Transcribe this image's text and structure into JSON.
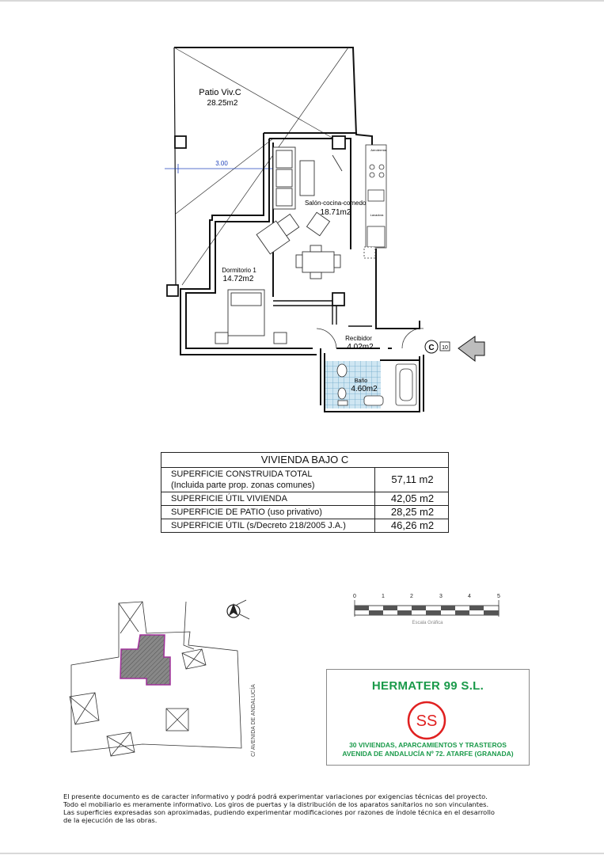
{
  "plan": {
    "patio_label": "Patio  Viv.C",
    "patio_area": "28.25m2",
    "dimension": "3.00",
    "living_label": "Salón-cocina-comedor",
    "living_area": "18.71m2",
    "bedroom_label": "Dormitorio 1",
    "bedroom_area": "14.72m2",
    "hall_label": "Recibidor",
    "hall_area": "4.02m2",
    "bath_label": "Baño",
    "bath_area": "4.60m2",
    "door_letter": "C",
    "door_number": "10",
    "appliance_1": "Aerotermia",
    "appliance_2": "Lavadora"
  },
  "summary": {
    "title": "VIVIENDA BAJO C",
    "rows": [
      {
        "label": "SUPERFICIE CONSTRUIDA TOTAL",
        "sublabel": "(Incluida parte prop. zonas comunes)",
        "value": "57,11 m2"
      },
      {
        "label": "SUPERFICIE ÚTIL VIVIENDA",
        "sublabel": "",
        "value": "42,05 m2"
      },
      {
        "label": "SUPERFICIE  DE PATIO (uso privativo)",
        "sublabel": "",
        "value": "28,25 m2"
      },
      {
        "label": "SUPERFICIE ÚTIL (s/Decreto 218/2005 J.A.)",
        "sublabel": "",
        "value": "46,26 m2"
      }
    ]
  },
  "site": {
    "street_label": "C/ AVENIDA DE ANDALUCÍA",
    "highlight_color": "#a0309a"
  },
  "scale": {
    "ticks": [
      "0",
      "1",
      "2",
      "3",
      "4",
      "5"
    ],
    "caption": "Escala Gráfica"
  },
  "company": {
    "name": "HERMATER 99 S.L.",
    "logo_text": "SS",
    "line1": "30 VIVIENDAS, APARCAMIENTOS Y TRASTEROS",
    "line2": "AVENIDA DE ANDALUCÍA Nº 72. ATARFE (GRANADA)",
    "brand_color": "#1a9a4a",
    "logo_color": "#e02020"
  },
  "disclaimer": [
    "El presente documento es de caracter informativo y podrá podrá experimentar variaciones por exigencias técnicas del proyecto.",
    "Todo el mobiliario es meramente informativo. Los giros de puertas y la distribución de los aparatos sanitarios no son vinculantes.",
    "Las superficies expresadas son aproximadas, pudiendo experimentar modificaciones por razones de índole técnica en el desarrollo",
    "de la ejecución de las obras."
  ]
}
